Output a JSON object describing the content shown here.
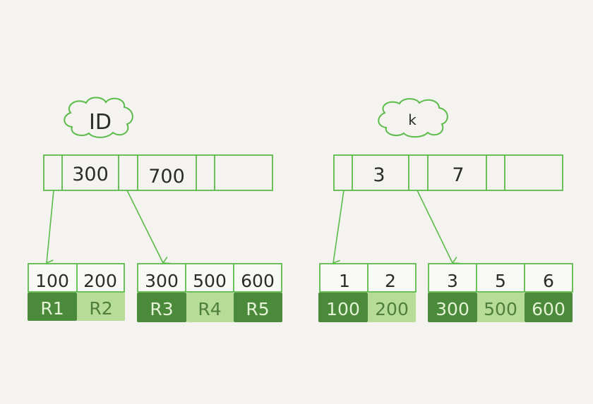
{
  "colors": {
    "background": "#f4f3ef",
    "line": "#5cbb4a",
    "dark_cell": "#4a8a3a",
    "light_cell": "#b7dc97",
    "dark_text": "#e4f2d6",
    "light_text": "#4f7f3c",
    "ink": "#2b2b2b"
  },
  "left_tree": {
    "label": "ID",
    "root_keys": [
      "300",
      "700"
    ],
    "leaves": [
      {
        "keys": [
          "100",
          "200"
        ],
        "rows": [
          {
            "text": "R1",
            "shade": "dark"
          },
          {
            "text": "R2",
            "shade": "light"
          }
        ]
      },
      {
        "keys": [
          "300",
          "500",
          "600"
        ],
        "rows": [
          {
            "text": "R3",
            "shade": "dark"
          },
          {
            "text": "R4",
            "shade": "light"
          },
          {
            "text": "R5",
            "shade": "dark"
          }
        ]
      }
    ]
  },
  "right_tree": {
    "label": "k",
    "root_keys": [
      "3",
      "7"
    ],
    "leaves": [
      {
        "keys": [
          "1",
          "2"
        ],
        "rows": [
          {
            "text": "100",
            "shade": "dark"
          },
          {
            "text": "200",
            "shade": "light"
          }
        ]
      },
      {
        "keys": [
          "3",
          "5",
          "6"
        ],
        "rows": [
          {
            "text": "300",
            "shade": "dark"
          },
          {
            "text": "500",
            "shade": "light"
          },
          {
            "text": "600",
            "shade": "dark"
          }
        ]
      }
    ]
  }
}
